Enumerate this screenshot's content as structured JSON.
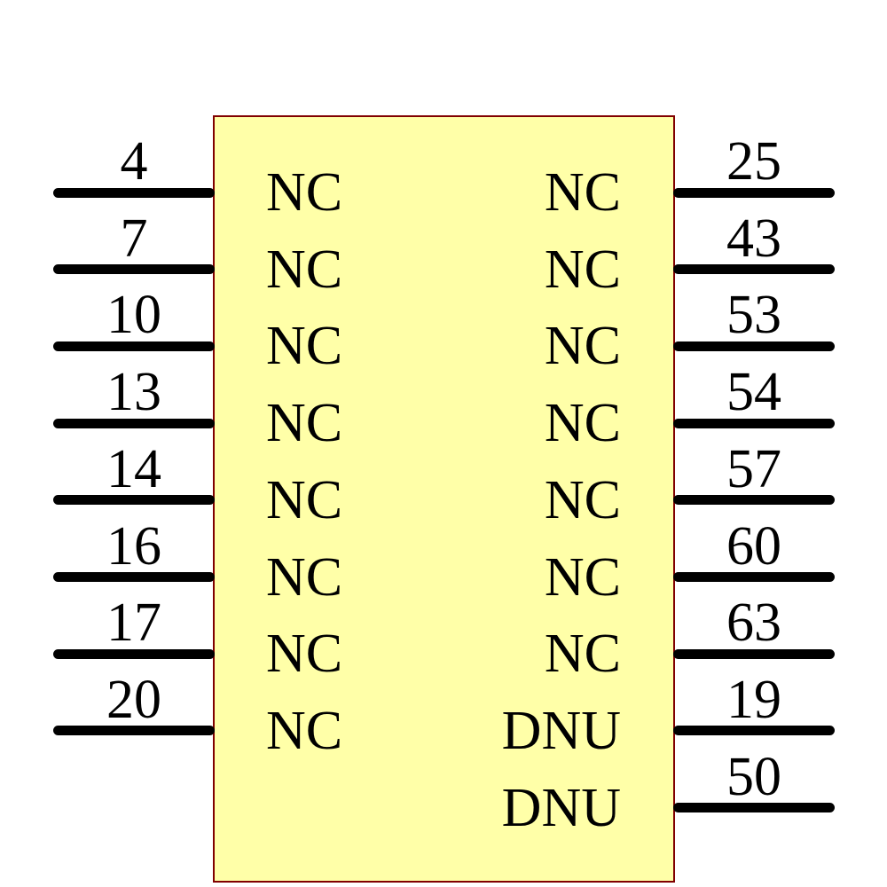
{
  "symbol": {
    "body": {
      "fill_color": "#ffffa8",
      "border_color": "#800000"
    },
    "wire_color": "#000000"
  },
  "left_pins": [
    {
      "number": "4",
      "name": "NC"
    },
    {
      "number": "7",
      "name": "NC"
    },
    {
      "number": "10",
      "name": "NC"
    },
    {
      "number": "13",
      "name": "NC"
    },
    {
      "number": "14",
      "name": "NC"
    },
    {
      "number": "16",
      "name": "NC"
    },
    {
      "number": "17",
      "name": "NC"
    },
    {
      "number": "20",
      "name": "NC"
    }
  ],
  "right_pins": [
    {
      "number": "25",
      "name": "NC"
    },
    {
      "number": "43",
      "name": "NC"
    },
    {
      "number": "53",
      "name": "NC"
    },
    {
      "number": "54",
      "name": "NC"
    },
    {
      "number": "57",
      "name": "NC"
    },
    {
      "number": "60",
      "name": "NC"
    },
    {
      "number": "63",
      "name": "NC"
    },
    {
      "number": "19",
      "name": "DNU"
    },
    {
      "number": "50",
      "name": "DNU"
    }
  ]
}
